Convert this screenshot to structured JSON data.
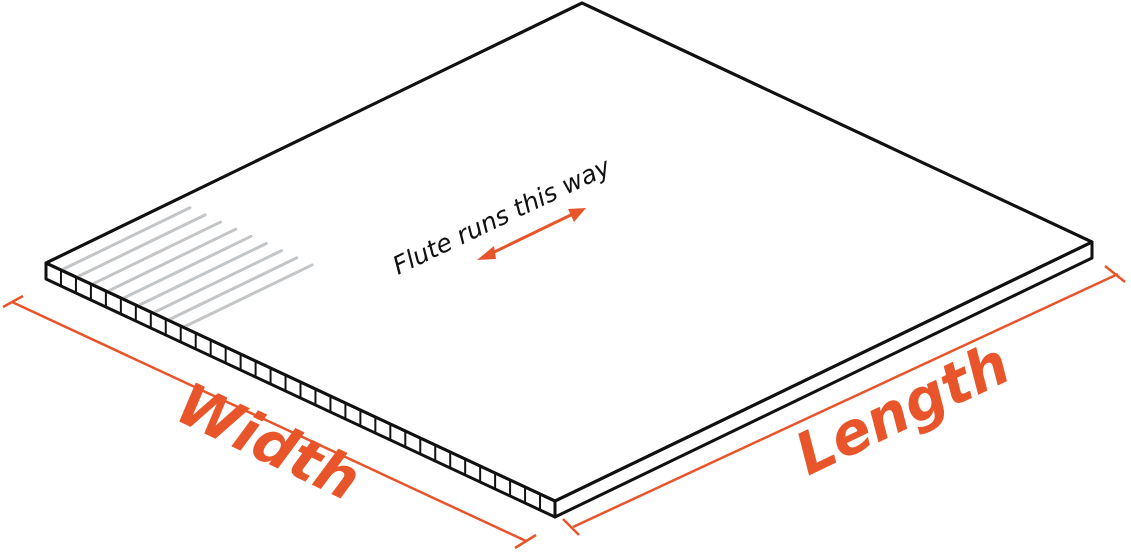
{
  "diagram": {
    "flute_label": "Flute runs this way",
    "width_label": "Width",
    "length_label": "Length",
    "colors": {
      "accent": "#e8552a",
      "outline": "#111111",
      "flute": "#c3c6c8",
      "background": "#ffffff"
    }
  }
}
